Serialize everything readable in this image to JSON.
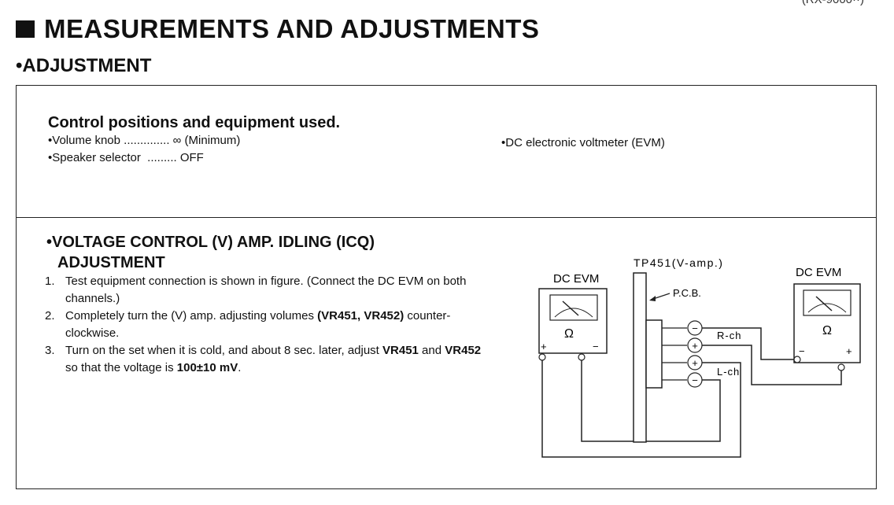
{
  "corner_text": "(RX-9000··)",
  "title": "MEASUREMENTS AND ADJUSTMENTS",
  "subtitle": "ADJUSTMENT",
  "control_positions": {
    "heading": "Control positions and equipment used.",
    "items": [
      {
        "label": "Volume knob",
        "dots": " ..............",
        "value": " ∞ (Minimum)"
      },
      {
        "label": "Speaker selector",
        "dots": "  .........",
        "value": " OFF"
      }
    ],
    "equipment": "DC electronic voltmeter (EVM)"
  },
  "adjustment": {
    "heading_line1": "VOLTAGE CONTROL (V) AMP. IDLING (ICQ)",
    "heading_line2": "ADJUSTMENT",
    "steps": [
      {
        "num": "1.",
        "text": "Test equipment connection is shown in figure. (Connect the DC EVM on both channels.)"
      },
      {
        "num": "2.",
        "text_a": "Completely turn the (V) amp. adjusting volumes ",
        "bold_a": "(VR451, VR452)",
        "text_b": " counter-clockwise."
      },
      {
        "num": "3.",
        "text_a": "Turn on the set when it is cold, and about 8 sec. later, adjust ",
        "bold_a": "VR451",
        "text_b": " and ",
        "bold_b": "VR452",
        "text_c": " so that the voltage is ",
        "bold_c": "100±10 mV",
        "text_d": "."
      }
    ]
  },
  "diagram": {
    "tp_label": "TP451(V-amp.)",
    "pcb_label": "P.C.B.",
    "left_meter": "DC EVM",
    "right_meter": "DC EVM",
    "r_ch": "R-ch",
    "l_ch": "L-ch",
    "plus": "+",
    "minus": "−",
    "terminals": [
      "−",
      "+",
      "+",
      "−"
    ]
  }
}
